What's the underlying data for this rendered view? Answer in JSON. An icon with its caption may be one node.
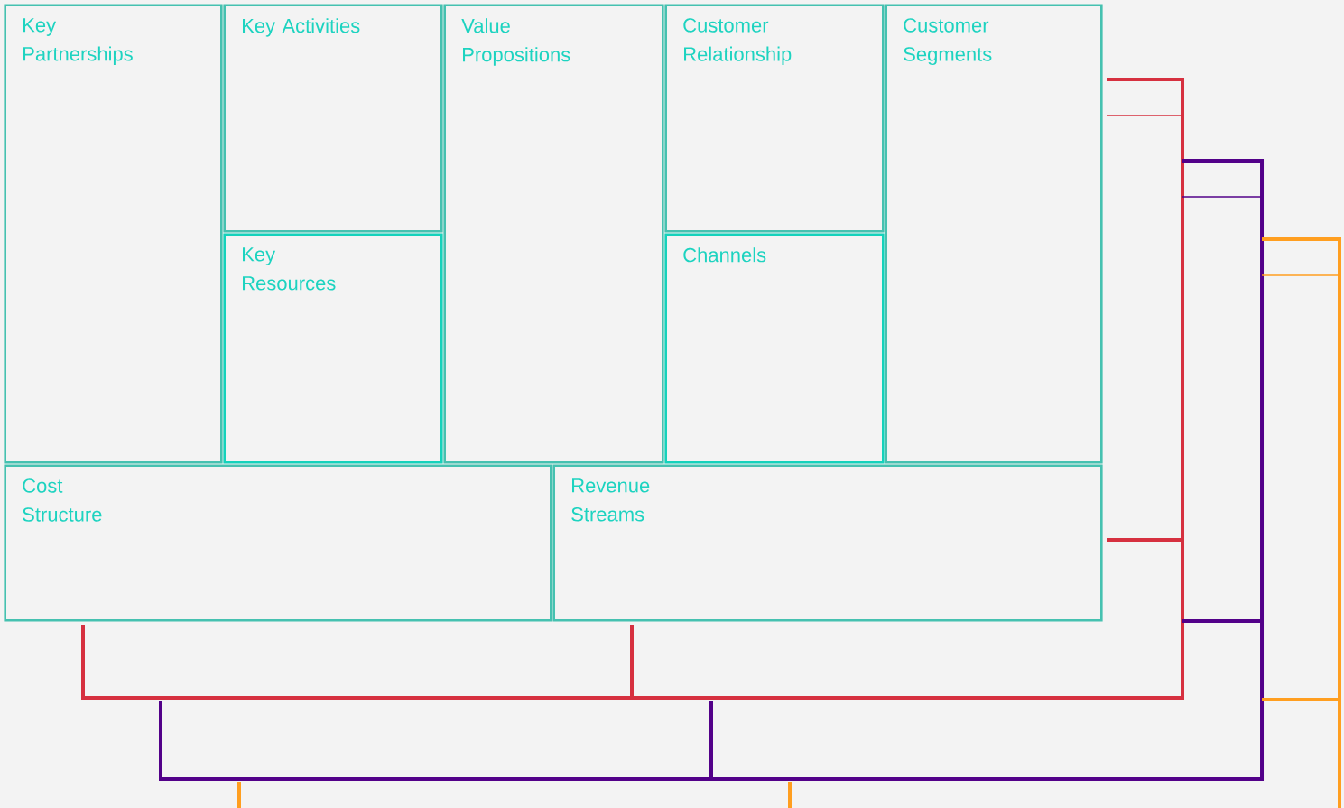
{
  "diagram": {
    "nodes": [
      {
        "text": [
          "Key Partnerships"
        ]
      },
      {
        "text": [
          "Key Activities"
        ]
      },
      {
        "text": [
          "Key Resources"
        ]
      },
      {
        "text": [
          "Value Propositions"
        ]
      },
      {
        "text": [
          "Customer Relationship"
        ]
      },
      {
        "text": [
          "Channels"
        ]
      },
      {
        "text": [
          "Customer Segments"
        ]
      },
      {
        "text": [
          "Cost Structure"
        ]
      },
      {
        "text": [
          "Revenue Streams"
        ]
      }
    ]
  }
}
